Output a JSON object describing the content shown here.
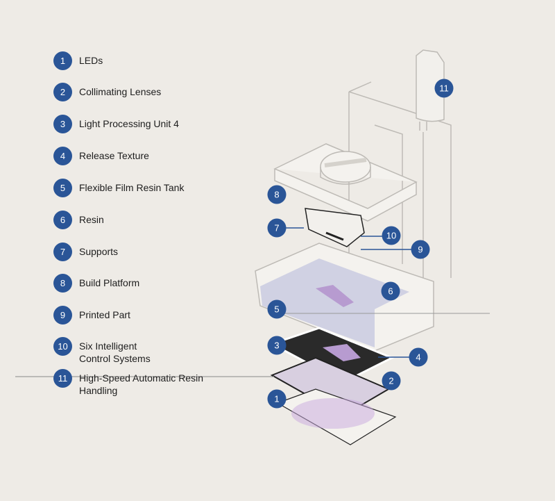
{
  "legend": [
    {
      "num": "1",
      "label": "LEDs"
    },
    {
      "num": "2",
      "label": "Collimating Lenses"
    },
    {
      "num": "3",
      "label": "Light Processing Unit 4"
    },
    {
      "num": "4",
      "label": "Release Texture"
    },
    {
      "num": "5",
      "label": "Flexible Film Resin Tank"
    },
    {
      "num": "6",
      "label": "Resin"
    },
    {
      "num": "7",
      "label": "Supports"
    },
    {
      "num": "8",
      "label": "Build Platform"
    },
    {
      "num": "9",
      "label": "Printed Part"
    },
    {
      "num": "10",
      "label": "Six Intelligent\nControl Systems"
    },
    {
      "num": "11",
      "label": "High-Speed Automatic Resin\nHandling"
    }
  ],
  "colors": {
    "badge": "#2a5597",
    "background": "#eeebe6",
    "resin": "#c9cbe0",
    "part": "#b79bd0"
  }
}
